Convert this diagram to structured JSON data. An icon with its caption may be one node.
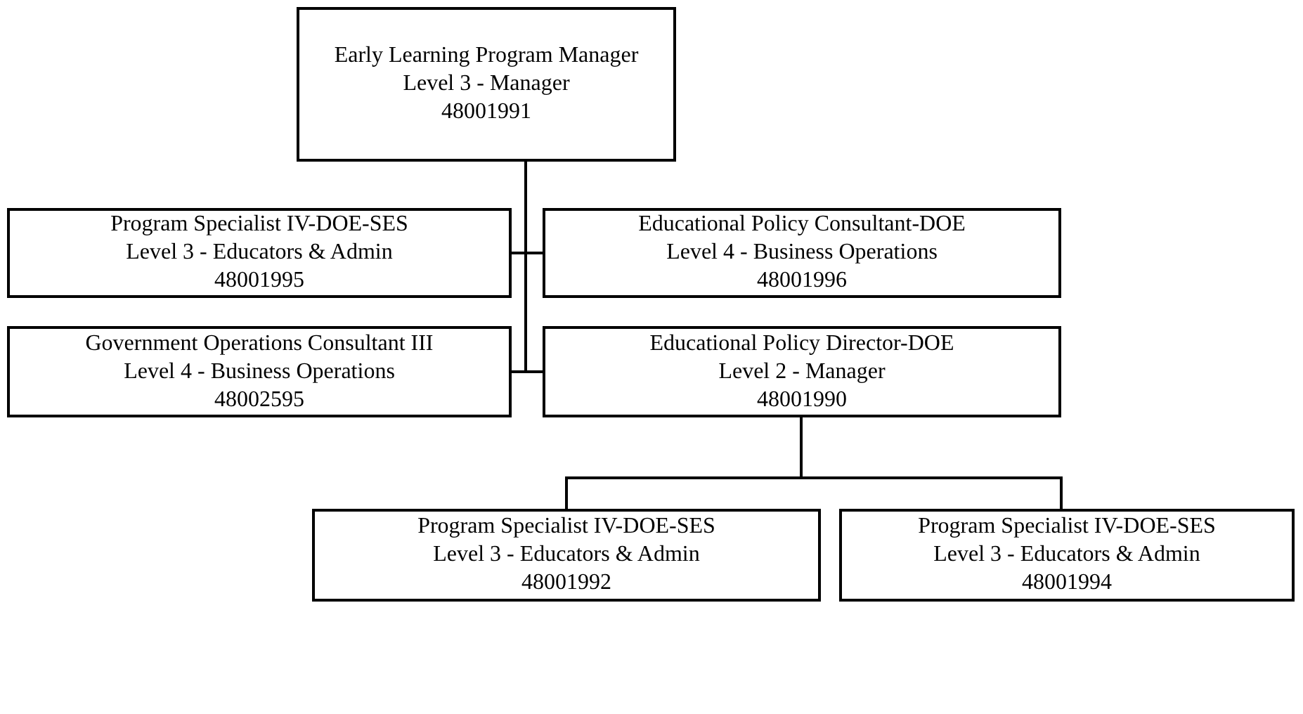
{
  "diagram": {
    "nodes": [
      {
        "text": [
          "Early Learning Program Manager",
          "Level 3 - Manager",
          "48001991"
        ]
      },
      {
        "text": [
          "Program Specialist IV-DOE-SES",
          "Level 3 - Educators & Admin",
          "48001995"
        ]
      },
      {
        "text": [
          "Educational Policy Consultant-DOE",
          "Level 4 - Business Operations",
          "48001996"
        ]
      },
      {
        "text": [
          "Government Operations Consultant III",
          "Level 4 - Business Operations",
          "48002595"
        ]
      },
      {
        "text": [
          "Educational Policy Director-DOE",
          "Level 2 - Manager",
          "48001990"
        ]
      },
      {
        "text": [
          "Program Specialist IV-DOE-SES",
          "Level 3 - Educators & Admin",
          "48001992"
        ]
      },
      {
        "text": [
          "Program Specialist IV-DOE-SES",
          "Level 3 - Educators & Admin",
          "48001994"
        ]
      }
    ],
    "edges": [
      {
        "from": 0,
        "to": 1,
        "arrow": "none"
      },
      {
        "from": 0,
        "to": 2,
        "arrow": "none"
      },
      {
        "from": 0,
        "to": 3,
        "arrow": "none"
      },
      {
        "from": 0,
        "to": 4,
        "arrow": "none"
      },
      {
        "from": 4,
        "to": 5,
        "arrow": "none"
      },
      {
        "from": 4,
        "to": 6,
        "arrow": "none"
      }
    ]
  }
}
